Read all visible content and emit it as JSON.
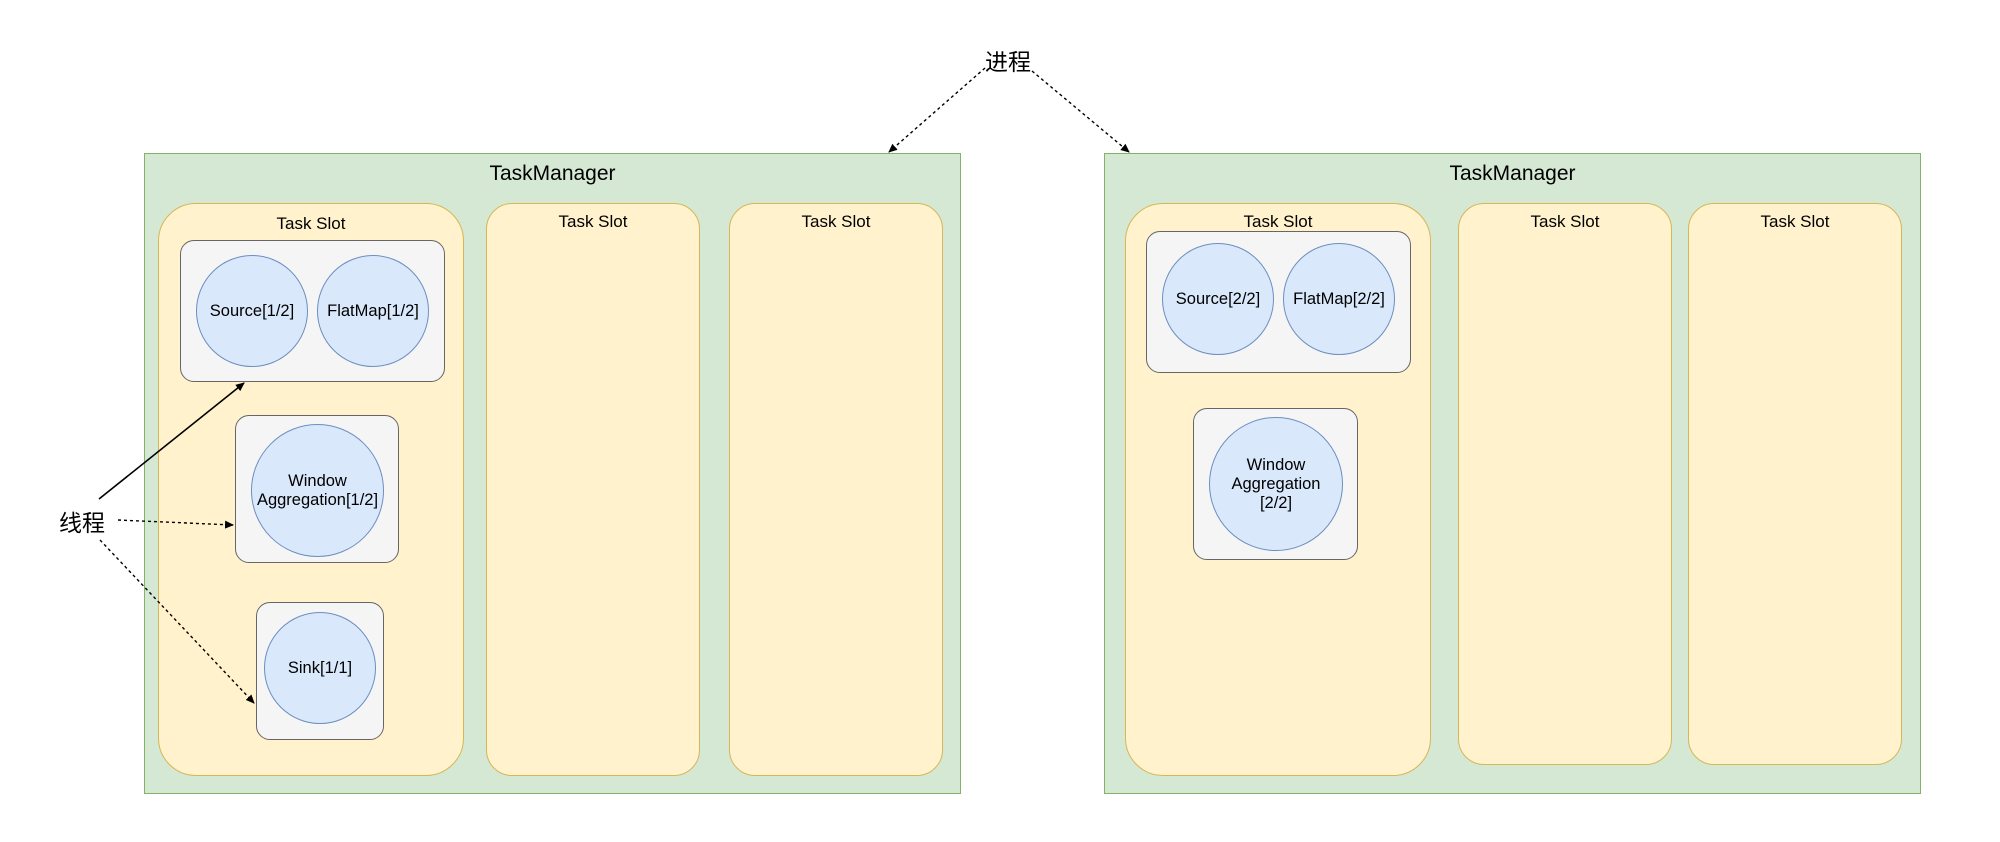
{
  "labels": {
    "process": "进程",
    "thread": "线程"
  },
  "task_managers": [
    {
      "title": "TaskManager",
      "slots": [
        {
          "label": "Task Slot"
        },
        {
          "label": "Task Slot"
        },
        {
          "label": "Task Slot"
        }
      ],
      "operators": {
        "source": "Source[1/2]",
        "flatmap": "FlatMap[1/2]",
        "window": "Window\nAggregation[1/2]",
        "sink": "Sink[1/1]"
      }
    },
    {
      "title": "TaskManager",
      "slots": [
        {
          "label": "Task Slot"
        },
        {
          "label": "Task Slot"
        },
        {
          "label": "Task Slot"
        }
      ],
      "operators": {
        "source": "Source[2/2]",
        "flatmap": "FlatMap[2/2]",
        "window": "Window\nAggregation\n[2/2]"
      }
    }
  ],
  "colors": {
    "task_manager_fill": "#d5e8d4",
    "task_manager_border": "#82b366",
    "task_slot_fill": "#fff2cc",
    "task_slot_border": "#d6b656",
    "group_fill": "#f5f5f5",
    "group_border": "#666666",
    "operator_fill": "#dae8fc",
    "operator_border": "#6c8ebf"
  }
}
